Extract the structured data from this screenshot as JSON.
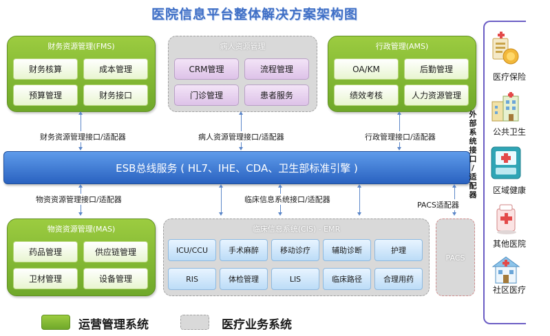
{
  "title": "医院信息平台整体解决方案架构图",
  "fms": {
    "title": "财务资源管理(FMS)",
    "items": [
      "财务核算",
      "成本管理",
      "预算管理",
      "财务接口"
    ],
    "interface": "财务资源管理接口/适配器"
  },
  "patient": {
    "title": "病人资源管理",
    "items": [
      "CRM管理",
      "流程管理",
      "门诊管理",
      "患者服务"
    ],
    "interface": "病人资源管理接口/适配器"
  },
  "ams": {
    "title": "行政管理(AMS)",
    "items": [
      "OA/KM",
      "后勤管理",
      "绩效考核",
      "人力资源管理"
    ],
    "interface": "行政管理接口/适配器"
  },
  "esb": {
    "label": "ESB总线服务 ( HL7、IHE、CDA、卫生部标准引擎 )"
  },
  "mas": {
    "title": "物资资源管理(MAS)",
    "items": [
      "药品管理",
      "供应链管理",
      "卫材管理",
      "设备管理"
    ],
    "interface": "物资资源管理接口/适配器"
  },
  "cis": {
    "title": "临床信息系统(CIS) - EMR",
    "items_row1": [
      "ICU/CCU",
      "手术麻醉",
      "移动诊疗",
      "辅助诊断",
      "护理"
    ],
    "items_row2": [
      "RIS",
      "体检管理",
      "LIS",
      "临床路径",
      "合理用药"
    ],
    "interface": "临床信息系统接口/适配器"
  },
  "pacs": {
    "label": "PACS",
    "interface": "PACS适配器"
  },
  "external_interface": {
    "chars": [
      "外",
      "部",
      "系",
      "统",
      "接",
      "口",
      "/",
      "适",
      "配",
      "器"
    ]
  },
  "external": [
    {
      "label": "医疗保险",
      "icon": "insurance-icon"
    },
    {
      "label": "公共卫生",
      "icon": "public-health-icon"
    },
    {
      "label": "区域健康",
      "icon": "regional-health-icon"
    },
    {
      "label": "其他医院",
      "icon": "hospital-icon"
    },
    {
      "label": "社区医疗",
      "icon": "community-clinic-icon"
    }
  ],
  "legend": [
    {
      "label": "运营管理系统",
      "color": "#7ab235"
    },
    {
      "label": "医疗业务系统",
      "color": "#d9d9d9"
    }
  ],
  "colors": {
    "green_panel": "#7ab235",
    "grey_panel": "#d9d9d9",
    "esb_blue": "#3a74d6",
    "title_blue": "#3f6fc6",
    "bracket": "#6a5cc4"
  }
}
